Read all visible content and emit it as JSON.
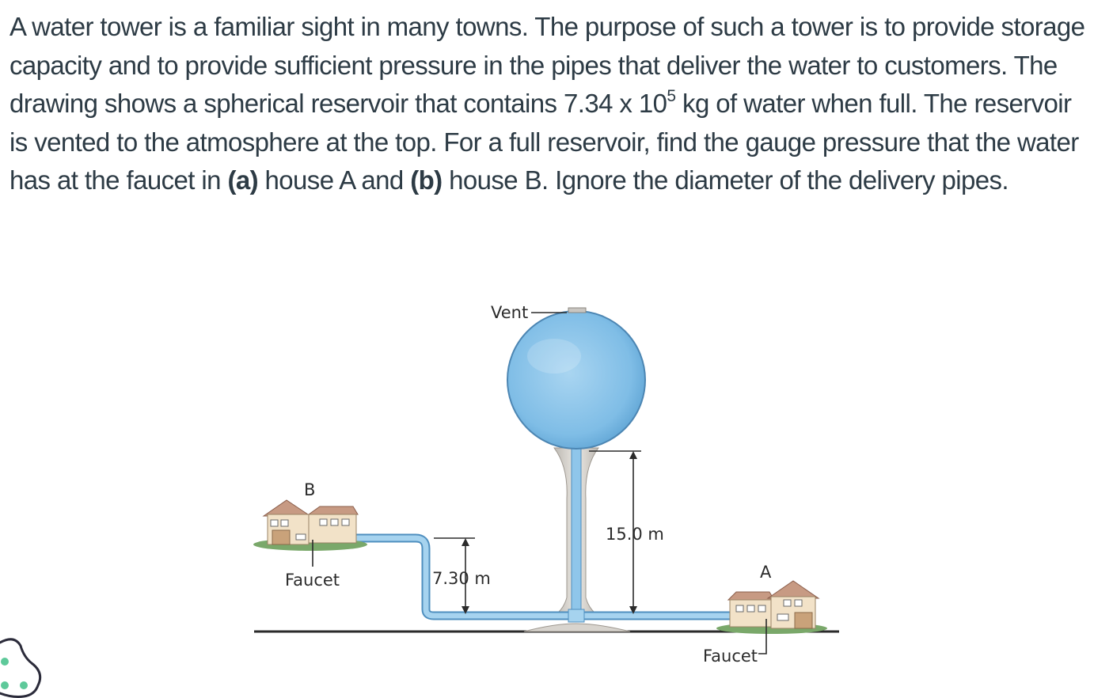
{
  "problem": {
    "part1": "A water tower is a familiar sight in many towns. The purpose of such a tower is to provide storage capacity and to provide sufficient pressure in the pipes that deliver the water to customers. The drawing shows a spherical reservoir that contains 7.34 x 10",
    "exponent": "5",
    "part2": " kg of water when full. The reservoir is vented to the atmosphere at the top. For a full reservoir, find the gauge pressure that the water has at the faucet in ",
    "label_a": "(a)",
    "part3": " house A and ",
    "label_b": "(b)",
    "part4": " house B. Ignore the diameter of the delivery pipes."
  },
  "figure": {
    "vent_label": "Vent",
    "house_b_letter": "B",
    "house_a_letter": "A",
    "faucet_b_label": "Faucet",
    "faucet_a_label": "Faucet",
    "height_b_label": "7.30 m",
    "height_a_label": "15.0 m"
  },
  "colors": {
    "text": "#2d3b45",
    "water": "#8fc6ea",
    "ground": "#2b2b2b",
    "lawn": "#7aa86a"
  },
  "icons": {
    "corner_widget": "dots-blob-icon"
  }
}
